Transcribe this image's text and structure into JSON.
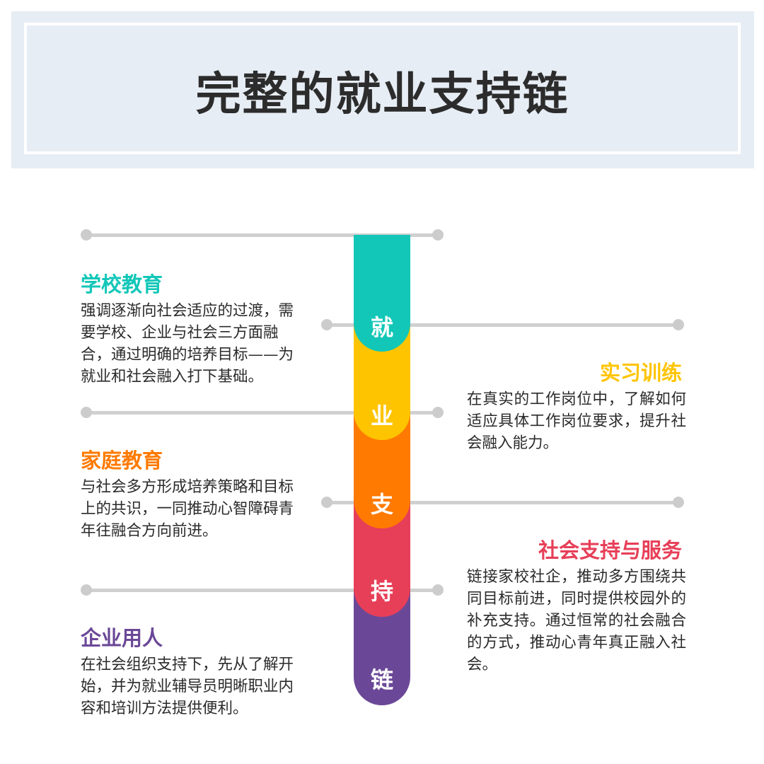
{
  "title": "完整的就业支持链",
  "spine": [
    {
      "char": "就",
      "color": "#12c7b8"
    },
    {
      "char": "业",
      "color": "#ffc400"
    },
    {
      "char": "支",
      "color": "#ff7a00"
    },
    {
      "char": "持",
      "color": "#e73f58"
    },
    {
      "char": "链",
      "color": "#6b4897"
    }
  ],
  "sections": {
    "school": {
      "title": "学校教育",
      "color": "#12c7b8",
      "body": "强调逐渐向社会适应的过渡，需要学校、企业与社会三方面融合，通过明确的培养目标——为就业和社会融入打下基础。"
    },
    "internship": {
      "title": "实习训练",
      "color": "#ffc400",
      "body": "在真实的工作岗位中，了解如何适应具体工作岗位要求，提升社会融入能力。"
    },
    "family": {
      "title": "家庭教育",
      "color": "#ff7a00",
      "body": "与社会多方形成培养策略和目标上的共识，一同推动心智障碍青年往融合方向前进。"
    },
    "social": {
      "title": "社会支持与服务",
      "color": "#e73f58",
      "body": "链接家校社企，推动多方围绕共同目标前进，同时提供校园外的补充支持。通过恒常的社会融合的方式，推动心青年真正融入社会。"
    },
    "enterprise": {
      "title": "企业用人",
      "color": "#6b4897",
      "body": "在社会组织支持下，先从了解开始，并为就业辅导员明晰职业内容和培训方法提供便利。"
    }
  }
}
